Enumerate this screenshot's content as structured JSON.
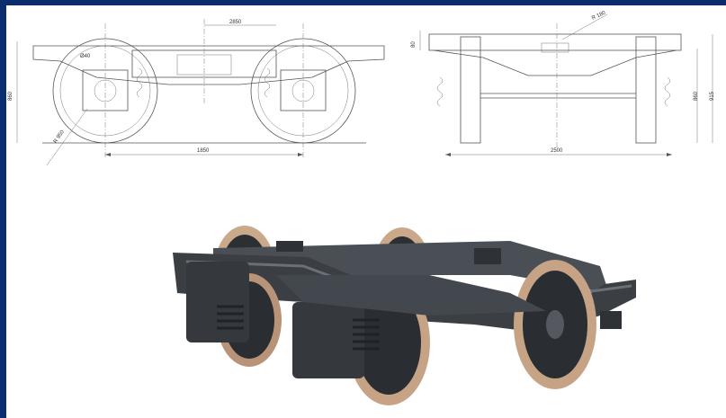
{
  "side_view": {
    "dim_wheelbase": "1850",
    "dim_top_center": "2850",
    "dim_height": "860",
    "dim_wheel_radius": "R 950",
    "dim_small_label": "Ø40"
  },
  "end_view": {
    "dim_width": "2500",
    "dim_bolster_radius": "R 180",
    "dim_top_offset": "80",
    "dim_height_left": "860",
    "dim_height_right": "915"
  },
  "colors": {
    "frame_border": "#0b2d6e",
    "steel": "#3b3f44",
    "wheel_rim": "#c9a98a"
  }
}
